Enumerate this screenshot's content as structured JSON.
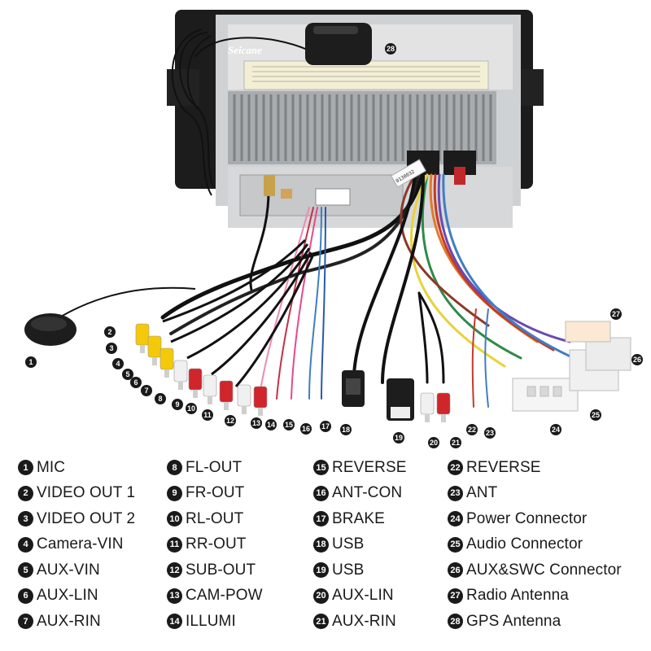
{
  "diagram": {
    "brand": "Seicane",
    "harness_tag": "0130032",
    "callouts": [
      "1",
      "2",
      "3",
      "4",
      "5",
      "6",
      "7",
      "8",
      "9",
      "10",
      "11",
      "12",
      "13",
      "14",
      "15",
      "16",
      "17",
      "18",
      "19",
      "20",
      "21",
      "22",
      "23",
      "24",
      "25",
      "26",
      "27",
      "28"
    ]
  },
  "legend": [
    [
      {
        "num": "1",
        "label": "MIC"
      },
      {
        "num": "2",
        "label": "VIDEO OUT 1"
      },
      {
        "num": "3",
        "label": "VIDEO OUT 2"
      },
      {
        "num": "4",
        "label": "Camera-VIN"
      },
      {
        "num": "5",
        "label": "AUX-VIN"
      },
      {
        "num": "6",
        "label": "AUX-LIN"
      },
      {
        "num": "7",
        "label": "AUX-RIN"
      }
    ],
    [
      {
        "num": "8",
        "label": "FL-OUT"
      },
      {
        "num": "9",
        "label": "FR-OUT"
      },
      {
        "num": "10",
        "label": "RL-OUT"
      },
      {
        "num": "11",
        "label": "RR-OUT"
      },
      {
        "num": "12",
        "label": "SUB-OUT"
      },
      {
        "num": "13",
        "label": "CAM-POW"
      },
      {
        "num": "14",
        "label": "ILLUMI"
      }
    ],
    [
      {
        "num": "15",
        "label": "REVERSE"
      },
      {
        "num": "16",
        "label": "ANT-CON"
      },
      {
        "num": "17",
        "label": "BRAKE"
      },
      {
        "num": "18",
        "label": "USB"
      },
      {
        "num": "19",
        "label": "USB"
      },
      {
        "num": "20",
        "label": "AUX-LIN"
      },
      {
        "num": "21",
        "label": "AUX-RIN"
      }
    ],
    [
      {
        "num": "22",
        "label": "REVERSE"
      },
      {
        "num": "23",
        "label": "ANT"
      },
      {
        "num": "24",
        "label": "Power Connector"
      },
      {
        "num": "25",
        "label": "Audio Connector"
      },
      {
        "num": "26",
        "label": "AUX&SWC Connector"
      },
      {
        "num": "27",
        "label": "Radio Antenna"
      },
      {
        "num": "28",
        "label": "GPS Antenna"
      }
    ]
  ]
}
